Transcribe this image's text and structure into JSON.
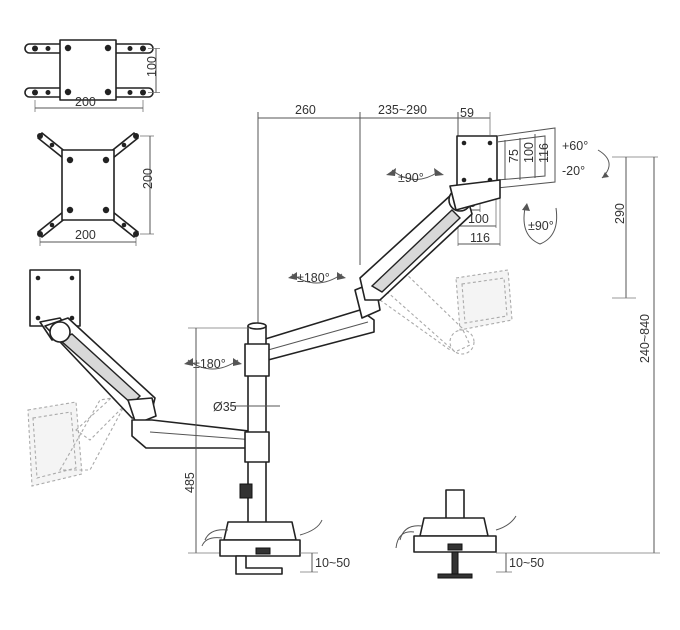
{
  "vesa": {
    "top_horizontal": "200",
    "top_vertical": "100",
    "second_horizontal": "200",
    "second_vertical": "200"
  },
  "arm_dimensions": {
    "reach_left": "260",
    "reach_right": "235~290",
    "plate_depth": "59",
    "plate_heights": [
      "75",
      "100",
      "116"
    ],
    "lower_widths": [
      "75",
      "100",
      "116"
    ]
  },
  "rotations": {
    "tilt_up": "+60°",
    "tilt_down": "-20°",
    "swivel_top": "±90°",
    "rotate_side": "±90°",
    "arm_right": "±180°",
    "arm_left": "±180°"
  },
  "pole": {
    "diameter": "Ø35",
    "height": "485",
    "clamp_left": "10~50",
    "clamp_right": "10~50"
  },
  "height_range": {
    "min": "290",
    "total": "240~840"
  },
  "colors": {
    "line": "#555555",
    "part_outline": "#222222",
    "ghost": "#aaaaaa"
  }
}
